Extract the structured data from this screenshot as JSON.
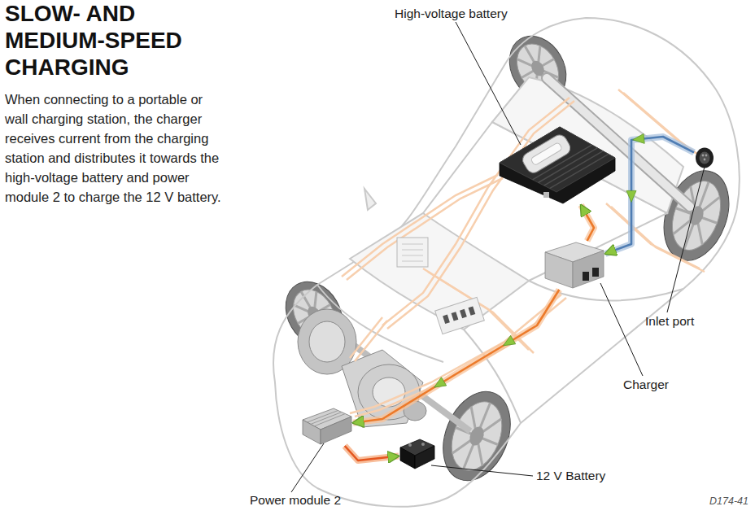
{
  "diagram": {
    "title": "SLOW- AND MEDIUM-SPEED CHARGING",
    "caption": "When connecting to a portable or wall charging station, the charger receives current from the charging station and distributes it towards the high-voltage battery and power module 2 to charge the 12 V battery.",
    "nodes": [
      {
        "text": [
          "High-voltage battery"
        ]
      },
      {
        "text": [
          "Inlet port"
        ]
      },
      {
        "text": [
          "Charger"
        ]
      },
      {
        "text": [
          "12 V Battery"
        ]
      },
      {
        "text": [
          "Power module 2"
        ]
      }
    ],
    "edges": [
      {
        "from": 1,
        "to": 2,
        "arrow": "to"
      },
      {
        "from": 2,
        "to": 0,
        "arrow": "to"
      },
      {
        "from": 2,
        "to": 4,
        "arrow": "to"
      },
      {
        "from": 4,
        "to": 3,
        "arrow": "to"
      }
    ],
    "labels": [
      "D174-41"
    ]
  }
}
